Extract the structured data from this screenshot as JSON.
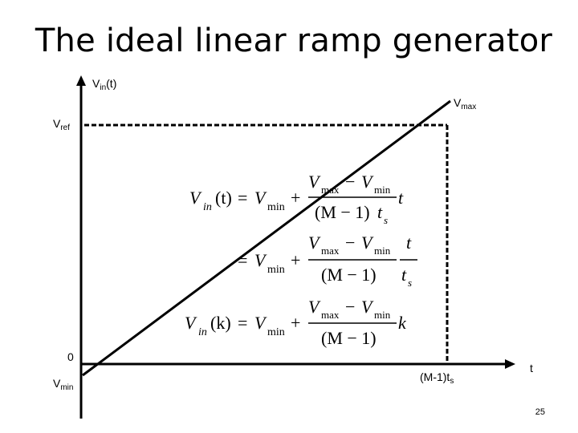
{
  "slide": {
    "title": "The ideal linear ramp generator",
    "page_number": "25"
  },
  "axes": {
    "y_label_main": "V",
    "y_label_sub": "in",
    "y_label_tail": "(t)",
    "x_label": "t",
    "origin_label": "0",
    "vref_main": "V",
    "vref_sub": "ref",
    "vmin_main": "V",
    "vmin_sub": "min",
    "vmax_main": "V",
    "vmax_sub": "max",
    "x_end_main": "(M-1)t",
    "x_end_sub": "s"
  },
  "equations": {
    "eq1": {
      "lhs_v": "V",
      "lhs_sub": "in",
      "lhs_arg": "(t)",
      "eq": "=",
      "vmin_v": "V",
      "vmin_sub": "min",
      "plus": "+",
      "num_v1": "V",
      "num_sub1": "max",
      "minus": "−",
      "num_v2": "V",
      "num_sub2": "min",
      "den": "(M − 1)",
      "den_t": "t",
      "den_sub": "s",
      "var": "t"
    },
    "eq2": {
      "eq": "=",
      "vmin_v": "V",
      "vmin_sub": "min",
      "plus": "+",
      "num_v1": "V",
      "num_sub1": "max",
      "minus": "−",
      "num_v2": "V",
      "num_sub2": "min",
      "den": "(M − 1)",
      "frac2_num": "t",
      "frac2_den_t": "t",
      "frac2_den_sub": "s"
    },
    "eq3": {
      "lhs_v": "V",
      "lhs_sub": "in",
      "lhs_arg": "(k)",
      "eq": "=",
      "vmin_v": "V",
      "vmin_sub": "min",
      "plus": "+",
      "num_v1": "V",
      "num_sub1": "max",
      "minus": "−",
      "num_v2": "V",
      "num_sub2": "min",
      "den": "(M − 1)",
      "var": "k"
    }
  }
}
